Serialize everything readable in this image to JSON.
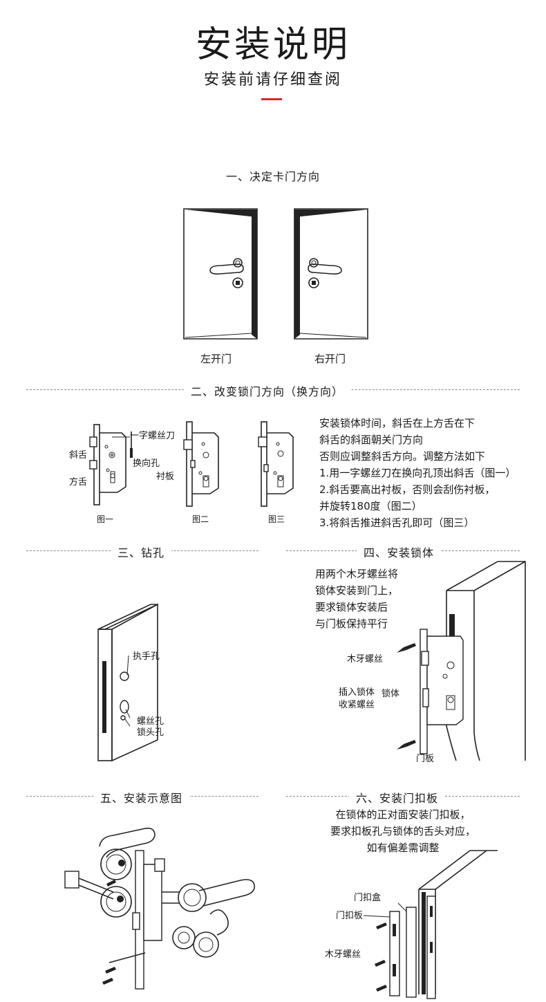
{
  "header": {
    "title": "安装说明",
    "subtitle": "安装前请仔细查阅"
  },
  "step1": {
    "title": "一、决定卡门方向",
    "left_label": "左开门",
    "right_label": "右开门"
  },
  "step2": {
    "title": "二、改变锁门方向（换方向）",
    "labels": {
      "bevel_tongue": "斜舌",
      "square_tongue": "方舌",
      "screwdriver": "一字螺丝刀",
      "switch_hole": "换向孔",
      "liner": "衬板"
    },
    "figures": [
      "图一",
      "图二",
      "图三"
    ],
    "instructions": [
      "安装锁体时间，斜舌在上方舌在下",
      "斜舌的斜面朝关门方向",
      "否则应调整斜舌方向。调整方法如下",
      "1.用一字螺丝刀在换向孔顶出斜舌（图一）",
      "2.斜舌要高出衬板，否则会刮伤衬板，",
      "并旋转180度（图二）",
      "3.将斜舌推进斜舌孔即可（图三）"
    ]
  },
  "step3": {
    "title": "三、钻孔",
    "labels": {
      "handle_hole": "执手孔",
      "screw_hole": "螺丝孔",
      "cylinder_hole": "锁头孔"
    }
  },
  "step4": {
    "title": "四、安装锁体",
    "instructions": [
      "用两个木牙螺丝将",
      "锁体安装到门上，",
      "要求锁体安装后",
      "与门板保持平行"
    ],
    "labels": {
      "wood_screw": "木牙螺丝",
      "insert_lock": "插入锁体",
      "tighten_screw": "收紧螺丝",
      "lock_body": "锁体",
      "door_panel": "门板"
    }
  },
  "step5": {
    "title": "五、安装示意图"
  },
  "step6": {
    "title": "六、安装门扣板",
    "instructions": [
      "在锁体的正对面安装门扣板，",
      "要求扣板孔与锁体的舌头对应，",
      "如有偏差需调整"
    ],
    "labels": {
      "strike_box": "门扣盒",
      "strike_plate": "门扣板",
      "wood_screw": "木牙螺丝"
    }
  },
  "colors": {
    "accent": "#d7282f",
    "ink": "#1a1a1a",
    "dash": "#8a8a8a"
  }
}
